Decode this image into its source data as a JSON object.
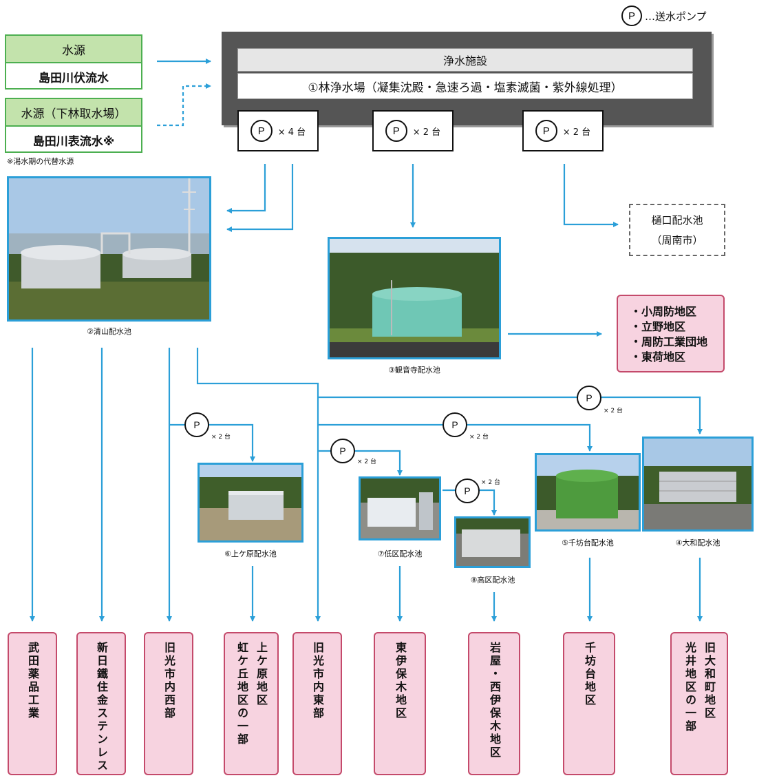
{
  "legend": {
    "pump_symbol": "P",
    "text": "…送水ポンプ"
  },
  "sources": [
    {
      "header": "水源",
      "name": "島田川伏流水"
    },
    {
      "header": "水源（下林取水場）",
      "name": "島田川表流水※"
    }
  ],
  "note": "※渇水期の代替水源",
  "plant": {
    "title": "浄水施設",
    "name": "①林浄水場（凝集沈殿・急速ろ過・塩素滅菌・紫外線処理）"
  },
  "plant_pumps": [
    {
      "symbol": "P",
      "count": "× 4 台"
    },
    {
      "symbol": "P",
      "count": "× 2 台"
    },
    {
      "symbol": "P",
      "count": "× 2 台"
    }
  ],
  "reservoirs": {
    "kiyoyama": "②清山配水池",
    "kannonji": "③観音寺配水池",
    "yamato": "④大和配水池",
    "senbodai": "⑤千坊台配水池",
    "kamigahara": "⑥上ケ原配水池",
    "teiku": "⑦低区配水池",
    "kouku": "⑧高区配水池"
  },
  "field_pumps": [
    {
      "symbol": "P",
      "count": "× 2 台"
    },
    {
      "symbol": "P",
      "count": "× 2 台"
    },
    {
      "symbol": "P",
      "count": "× 2 台"
    },
    {
      "symbol": "P",
      "count": "× 2 台"
    },
    {
      "symbol": "P",
      "count": "× 2 台"
    }
  ],
  "higuchi": {
    "name": "樋口配水池",
    "city": "（周南市）"
  },
  "service_areas": [
    "・小周防地区",
    "・立野地区",
    "・周防工業団地",
    "・東荷地区"
  ],
  "destinations": [
    [
      "武田薬品工業"
    ],
    [
      "新日鐵住金ステンレス"
    ],
    [
      "旧光市内西部"
    ],
    [
      "上ケ原地区",
      "虹ケ丘地区の一部"
    ],
    [
      "旧光市内東部"
    ],
    [
      "東伊保木地区"
    ],
    [
      "岩屋・西伊保木地区"
    ],
    [
      "千坊台地区"
    ],
    [
      "旧大和町地区",
      "光井地区の一部"
    ]
  ],
  "colors": {
    "pipe": "#2b9fd8",
    "source_border": "#4caf50",
    "source_header": "#c3e3ac",
    "destination_fill": "#f7d3e0",
    "destination_border": "#c44a6b",
    "plant_frame": "#555555"
  }
}
